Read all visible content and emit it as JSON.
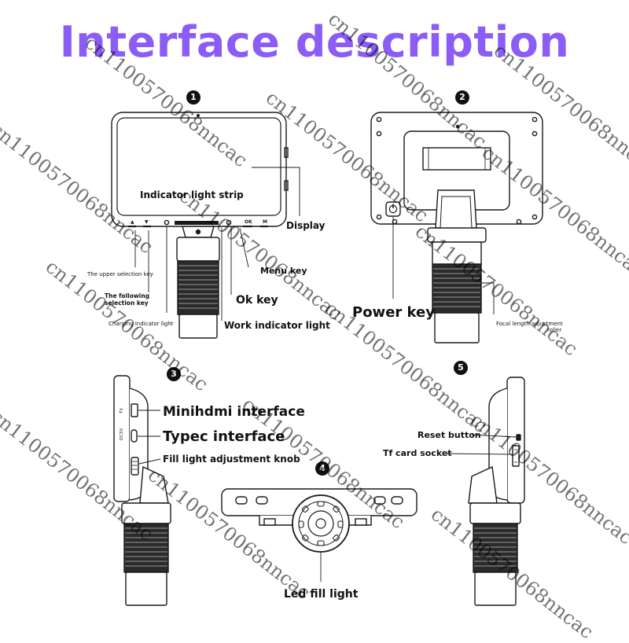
{
  "title": "Interface description",
  "colors": {
    "title": "#8b5cf6",
    "line": "#1a1a1a",
    "watermark": "#000000"
  },
  "views": [
    {
      "number": "1"
    },
    {
      "number": "2"
    },
    {
      "number": "3"
    },
    {
      "number": "4"
    },
    {
      "number": "5"
    }
  ],
  "front_buttons": [
    "▲",
    "▼",
    "OK",
    "M"
  ],
  "labels": {
    "indicator_light_strip": "Indicator light strip",
    "display": "Display",
    "menu_key": "Menu key",
    "ok_key": "Ok key",
    "work_indicator_light": "Work indicator light",
    "upper_selection_key": "The upper selection key",
    "following_selection_key_1": "The following",
    "following_selection_key_2": "selection key",
    "charging_indicator_light": "Charging indicator light",
    "power_key": "Power key",
    "focal_length_roller_1": "Focal length adjustment",
    "focal_length_roller_2": "roller",
    "minihdmi_interface": "Minihdmi interface",
    "typec_interface": "Typec interface",
    "fill_light_knob": "Fill light adjustment knob",
    "reset_button": "Reset button",
    "tf_card_socket": "Tf card socket",
    "led_fill_light": "Led fill light"
  },
  "watermark": "cn1100570068nncac"
}
